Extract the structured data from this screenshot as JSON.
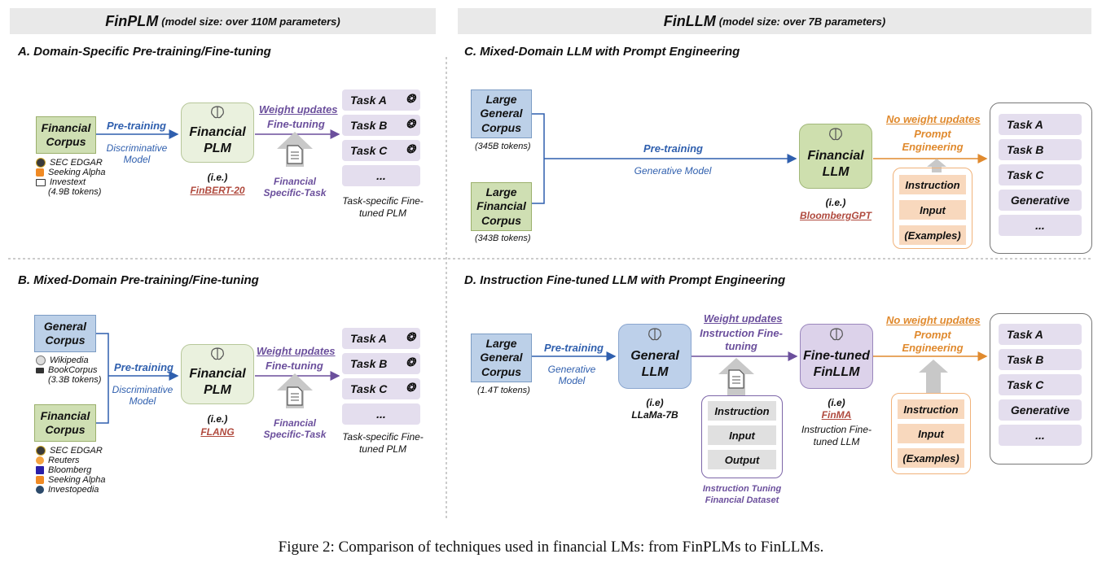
{
  "headers": {
    "left": {
      "title": "FinPLM",
      "sub": "(model size: over 110M parameters)"
    },
    "right": {
      "title": "FinLLM",
      "sub": "(model size: over 7B parameters)"
    }
  },
  "A": {
    "title": "A. Domain-Specific Pre-training/Fine-tuning",
    "corpus": "Financial Corpus",
    "sources": [
      "SEC EDGAR",
      "Seeking Alpha",
      "Investext",
      "(4.9B tokens)"
    ],
    "pretrain": "Pre-training",
    "disc": "Discriminative Model",
    "model": "Financial PLM",
    "ie": "(i.e.)",
    "example": "FinBERT-20",
    "weight": "Weight updates",
    "finetune": "Fine-tuning",
    "specific": "Financial Specific-Task",
    "tasks": [
      "Task A",
      "Task B",
      "Task C",
      "..."
    ],
    "tasklabel": "Task-specific Fine-tuned PLM"
  },
  "B": {
    "title": "B. Mixed-Domain Pre-training/Fine-tuning",
    "general": "General Corpus",
    "gsources": [
      "Wikipedia",
      "BookCorpus",
      "(3.3B tokens)"
    ],
    "financial": "Financial Corpus",
    "fsources": [
      "SEC EDGAR",
      "Reuters",
      "Bloomberg",
      "Seeking Alpha",
      "Investopedia"
    ],
    "pretrain": "Pre-training",
    "disc": "Discriminative Model",
    "model": "Financial PLM",
    "ie": "(i.e.)",
    "example": "FLANG",
    "weight": "Weight updates",
    "finetune": "Fine-tuning",
    "specific": "Financial Specific-Task",
    "tasks": [
      "Task A",
      "Task B",
      "Task C",
      "..."
    ],
    "tasklabel": "Task-specific Fine-tuned PLM"
  },
  "C": {
    "title": "C. Mixed-Domain LLM with Prompt Engineering",
    "general": "Large General Corpus",
    "gtokens": "(345B tokens)",
    "financial": "Large Financial Corpus",
    "ftokens": "(343B tokens)",
    "pretrain": "Pre-training",
    "gen": "Generative Model",
    "model": "Financial LLM",
    "ie": "(i.e.)",
    "example": "BloombergGPT",
    "noweight": "No weight updates",
    "prompt": "Prompt Engineering",
    "prompts": [
      "Instruction",
      "Input",
      "(Examples)"
    ],
    "tasks": [
      "Task A",
      "Task B",
      "Task C",
      "Generative",
      "..."
    ]
  },
  "D": {
    "title": "D. Instruction Fine-tuned LLM with Prompt Engineering",
    "general": "Large General Corpus",
    "gtokens": "(1.4T tokens)",
    "pretrain": "Pre-training",
    "gen": "Generative Model",
    "model1": "General LLM",
    "ie1": "(i.e)",
    "example1": "LLaMa-7B",
    "weight": "Weight updates",
    "ift": "Instruction Fine-tuning",
    "dataset": [
      "Instruction",
      "Input",
      "Output"
    ],
    "datasetlabel": "Instruction Tuning Financial Dataset",
    "model2": "Fine-tuned FinLLM",
    "ie2": "(i.e)",
    "example2": "FinMA",
    "m2label": "Instruction Fine-tuned LLM",
    "noweight": "No weight updates",
    "prompt": "Prompt Engineering",
    "prompts": [
      "Instruction",
      "Input",
      "(Examples)"
    ],
    "tasks": [
      "Task A",
      "Task B",
      "Task C",
      "Generative",
      "..."
    ]
  },
  "caption": "Figure 2: Comparison of techniques used in financial LMs: from FinPLMs to FinLLMs.",
  "colors": {
    "blue": "#2f5fae",
    "purple": "#6b4f9c",
    "orange": "#e08a2e",
    "red": "#b04a3e"
  },
  "icons": [
    "brain-icon",
    "document-icon",
    "up-arrow-icon"
  ]
}
